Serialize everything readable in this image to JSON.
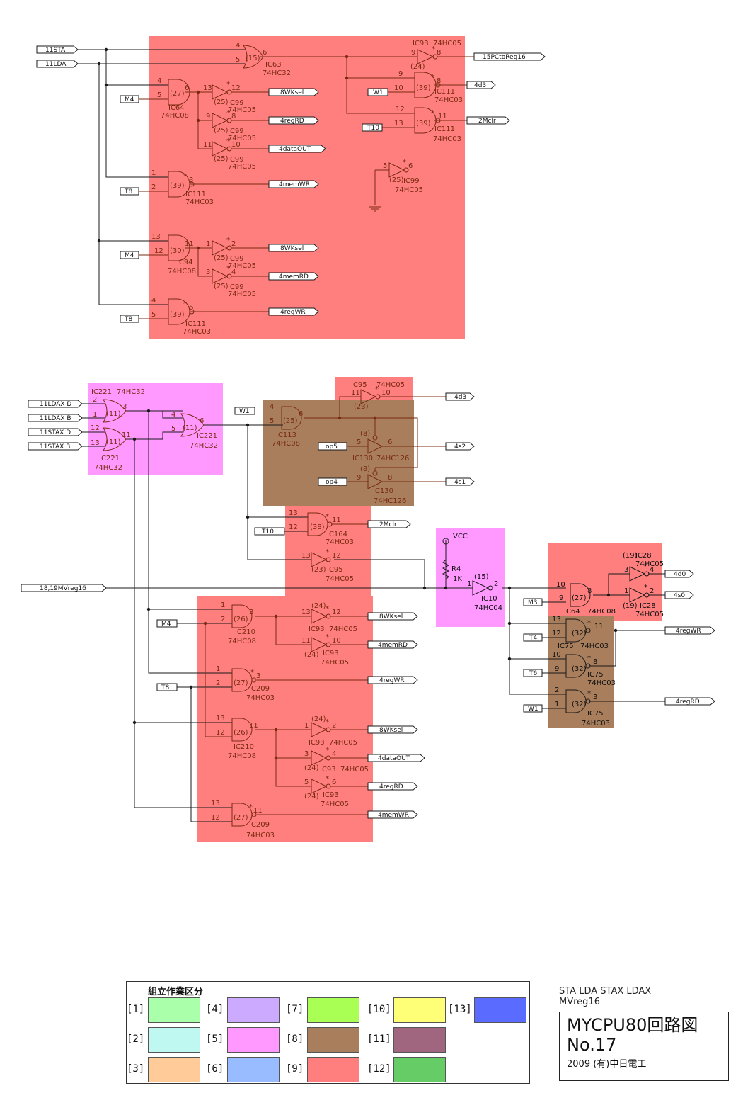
{
  "drawing": {
    "subtitle_line1": "STA  LDA  STAX  LDAX",
    "subtitle_line2": "MVreg16",
    "title": "MYCPU80回路図",
    "number": "No.17",
    "company": "2009 (有)中日電工"
  },
  "legend": {
    "title": "組立作業区分",
    "items": [
      {
        "label": "[1]",
        "color": "#aaffaa"
      },
      {
        "label": "[2]",
        "color": "#bff8f0"
      },
      {
        "label": "[3]",
        "color": "#ffcc99"
      },
      {
        "label": "[4]",
        "color": "#ccaaff"
      },
      {
        "label": "[5]",
        "color": "#ff99ff"
      },
      {
        "label": "[6]",
        "color": "#99bbff"
      },
      {
        "label": "[7]",
        "color": "#aaff55"
      },
      {
        "label": "[8]",
        "color": "#a87e5c"
      },
      {
        "label": "[9]",
        "color": "#ff7f7f"
      },
      {
        "label": "[10]",
        "color": "#ffff77"
      },
      {
        "label": "[11]",
        "color": "#a06680"
      },
      {
        "label": "[12]",
        "color": "#66cc66"
      },
      {
        "label": "[13]",
        "color": "#5a6bff"
      }
    ]
  },
  "signals_in": {
    "sta": "11STA",
    "lda": "11LDA",
    "m4a": "M4",
    "t8a": "T8",
    "m4b": "M4",
    "t8b": "T8",
    "w1a": "W1",
    "t10a": "T10",
    "ldaxd": "11LDAX D",
    "ldaxb": "11LDAX B",
    "staxd": "11STAX D",
    "staxb": "11STAX B",
    "w1b": "W1",
    "op5": "op5",
    "op4": "op4",
    "t10b": "T10",
    "mvreg": "18,19MVreg16",
    "m4c": "M4",
    "t8c": "T8",
    "m3": "M3",
    "t4": "T4",
    "t6": "T6",
    "w1c": "W1"
  },
  "signals_out": {
    "pc": "15PCtoReg16",
    "d3a": "4d3",
    "mclra": "2Mclr",
    "wksela": "8WKsel",
    "regrda": "4regRD",
    "dataouta": "4dataOUT",
    "memwra": "4memWR",
    "wkselb": "8WKsel",
    "memrda": "4memRD",
    "regwra": "4regWR",
    "d3b": "4d3",
    "s2": "4s2",
    "s1": "4s1",
    "mclrb": "2Mclr",
    "wkselc": "8WKsel",
    "memrdb": "4memRD",
    "regwrb": "4regWR",
    "wkseld": "8WKsel",
    "dataoutb": "4dataOUT",
    "regrdb": "4regRD",
    "memwrb": "4memWR",
    "d0": "4d0",
    "s0": "4s0",
    "regwrc": "4regWR",
    "regrdc": "4regRD"
  },
  "parts": {
    "ic63": "IC63",
    "ic63t": "74HC32",
    "ic63n": "(15)",
    "ic93a": "IC93",
    "ic93at": "74HC05",
    "ic93an": "(24)",
    "ic64a": "IC64",
    "ic64at": "74HC08",
    "ic64an": "(27)",
    "ic99a": "IC99",
    "ic99b": "IC99",
    "ic99c": "IC99",
    "ic99d": "IC99",
    "ic99e": "IC99",
    "ic99f": "IC99",
    "hc05": "74HC05",
    "hc03": "74HC03",
    "hc08": "74HC08",
    "hc32": "74HC32",
    "hc126": "74HC126",
    "hc04": "74HC04",
    "n25": "(25)",
    "n39": "(39)",
    "n30": "(30)",
    "n11": "(11)",
    "n38": "(38)",
    "n23": "(23)",
    "n26": "(26)",
    "n27": "(27)",
    "n24": "(24)",
    "n32": "(32)",
    "n19": "(19)",
    "n8": "(8)",
    "n15": "(15)",
    "ic111a": "IC111",
    "ic111b": "IC111",
    "ic111c": "IC111",
    "ic111d": "IC111",
    "ic94": "IC94",
    "ic221": "IC221",
    "ic221b": "IC221",
    "ic221c": "IC221",
    "ic95a": "IC95",
    "ic95b": "IC95",
    "ic113": "IC113",
    "ic130a": "IC130",
    "ic130b": "IC130",
    "ic164": "IC164",
    "ic210a": "IC210",
    "ic210b": "IC210",
    "ic209a": "IC209",
    "ic209b": "IC209",
    "ic93b": "IC93",
    "ic10": "IC10",
    "r4": "R4",
    "r4v": "1K",
    "vcc": "VCC",
    "ic28a": "IC28",
    "ic28b": "IC28",
    "ic64b": "IC64",
    "ic75": "IC75",
    "star": "*"
  }
}
